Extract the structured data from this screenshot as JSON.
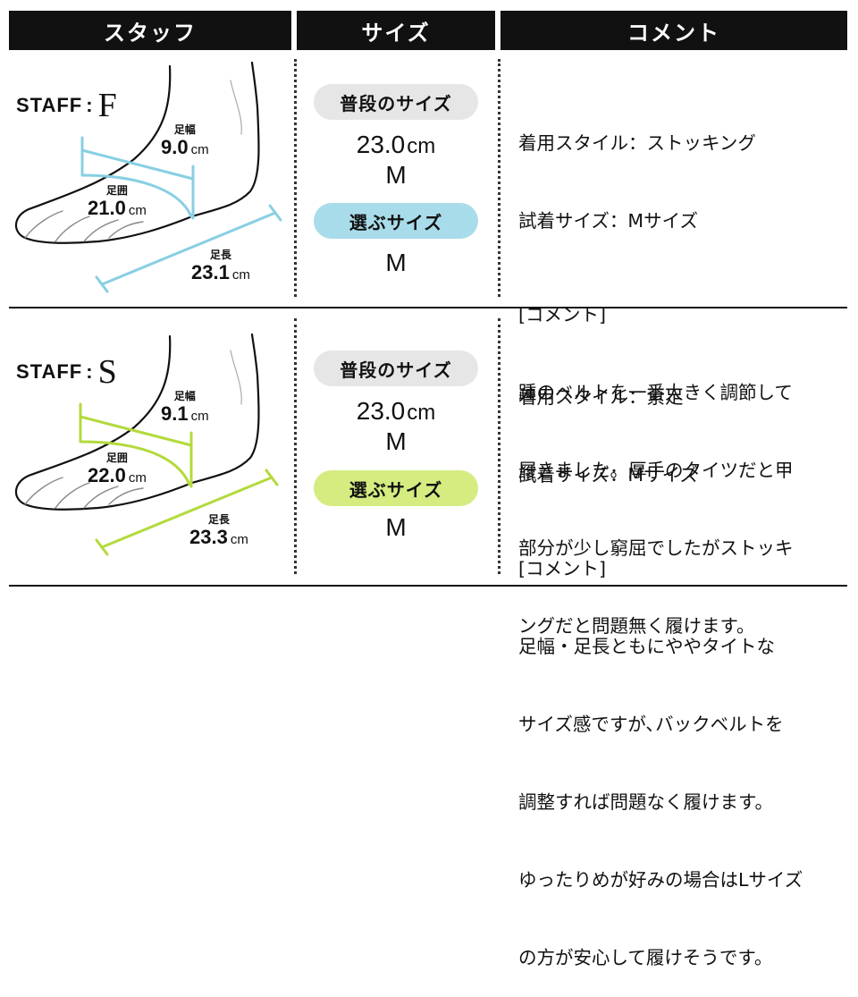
{
  "header": {
    "staff": "スタッフ",
    "size": "サイズ",
    "comment": "コメント"
  },
  "colors": {
    "f_accent": "#88cfe3",
    "s_accent": "#b3da3c",
    "pill_gray": "#e6e6e6",
    "f_pill": "#a9dcea",
    "s_pill": "#d4ec80"
  },
  "rows": [
    {
      "staff_word": "STAFF",
      "staff_colon": ":",
      "staff_letter": "F",
      "width_label": "足幅",
      "width_value": "9.0",
      "width_unit": "cm",
      "girth_label": "足囲",
      "girth_value": "21.0",
      "girth_unit": "cm",
      "length_label": "足長",
      "length_value": "23.1",
      "length_unit": "cm",
      "usual_label": "普段のサイズ",
      "usual_cm": "23.0",
      "usual_cm_unit": "cm",
      "usual_letter": "M",
      "chosen_label": "選ぶサイズ",
      "chosen_letter": "M",
      "comment_lines": [
        "着用スタイル：ストッキング",
        "試着サイズ：Mサイズ",
        "[コメント]",
        "踵のベルトを一番大きく調節して",
        "履きました。厚手のタイツだと甲",
        "部分が少し窮屈でしたがストッキ",
        "ングだと問題無く履けます。"
      ]
    },
    {
      "staff_word": "STAFF",
      "staff_colon": ":",
      "staff_letter": "S",
      "width_label": "足幅",
      "width_value": "9.1",
      "width_unit": "cm",
      "girth_label": "足囲",
      "girth_value": "22.0",
      "girth_unit": "cm",
      "length_label": "足長",
      "length_value": "23.3",
      "length_unit": "cm",
      "usual_label": "普段のサイズ",
      "usual_cm": "23.0",
      "usual_cm_unit": "cm",
      "usual_letter": "M",
      "chosen_label": "選ぶサイズ",
      "chosen_letter": "M",
      "comment_lines": [
        "着用スタイル：素足",
        "試着サイズ：Mサイズ",
        "[コメント]",
        "足幅・足長ともにややタイトな",
        "サイズ感ですが､バックベルトを",
        "調整すれば問題なく履けます。",
        "ゆったりめが好みの場合はLサイズ",
        "の方が安心して履けそうです。"
      ]
    }
  ]
}
